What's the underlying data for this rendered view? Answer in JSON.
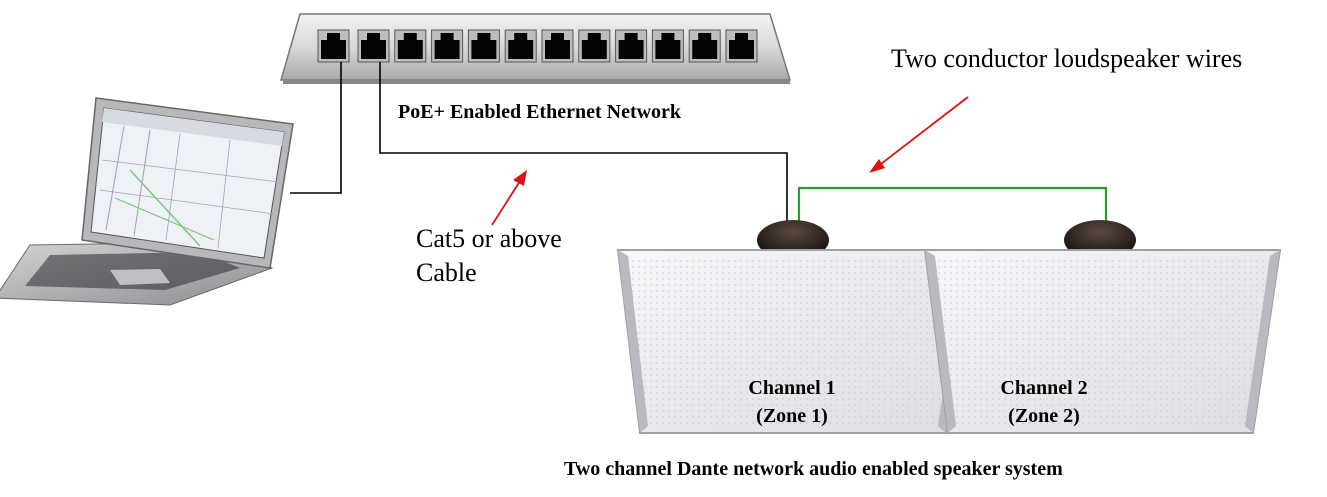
{
  "network_label": "PoE+ Enabled Ethernet Network",
  "wires_label": "Two conductor loudspeaker wires",
  "cable_label_line1": "Cat5 or above",
  "cable_label_line2": "Cable",
  "speakers": [
    {
      "channel": "Channel 1",
      "zone": "(Zone 1)"
    },
    {
      "channel": "Channel 2",
      "zone": "(Zone 2)"
    }
  ],
  "caption": "Two channel Dante network audio enabled speaker system",
  "colors": {
    "ethernet_cable": "#000000",
    "speaker_wire": "#2e9a2e",
    "arrow": "#e01010"
  }
}
